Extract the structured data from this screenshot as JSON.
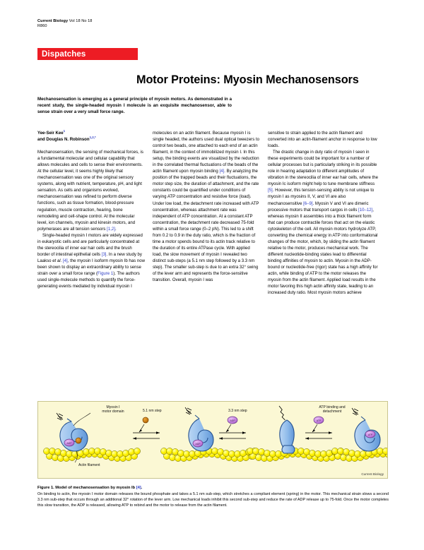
{
  "running_head": {
    "journal": "Current Biology",
    "issue": "Vol 18 No 18",
    "page_number": "R860"
  },
  "banner": {
    "label": "Dispatches",
    "color": "#ed1c24"
  },
  "article": {
    "title": "Motor Proteins: Myosin Mechanosensors",
    "standfirst": "Mechanosensation is emerging as a general principle of myosin motors. As demonstrated in a recent study, the single-headed myosin I molecule is an exquisite mechanosensor, able to sense strain over a very small force range.",
    "authors_line_1": "Yee-Seir Kee",
    "authors_sup_1": "1",
    "authors_line_2": "and Douglas N. Robinson",
    "authors_sup_2": "1,2,*"
  },
  "body": {
    "col1_p1": "Mechanosensation, the sensing of mechanical forces, is a fundamental molecular and cellular capability that allows molecules and cells to sense their environments. At the cellular level, it seems highly likely that mechanosensation was one of the original sensory systems, along with nutrient, temperature, pH, and light sensation. As cells and organisms evolved, mechanosensation was refined to perform diverse functions, such as tissue formation, blood-pressure regulation, muscle contraction, hearing, bone remodeling and cell-shape control. At the molecular level, ion channels, myosin and kinesin motors, and polymerases are all tension sensors ",
    "col1_p1_ref": "[1,2]",
    "col1_p1_end": ".",
    "col1_p2_a": "Single-headed myosin I motors are widely expressed in eukaryotic cells and are particularly concentrated at the stereocilia of inner ear hair cells and the brush border of intestinal epithelial cells ",
    "col1_p2_ref1": "[3]",
    "col1_p2_b": ". In a new study by Laakso ",
    "col1_p2_ital": "et al.",
    "col1_p2_c": " ",
    "col1_p2_ref2": "[4]",
    "col1_p2_d": ", the myosin I isoform myosin Ib has now been shown to display an extraordinary ability to sense strain over a small force range (",
    "col1_p2_figref": "Figure 1",
    "col1_p2_e": "). The authors used single-molecule methods to quantify the force-generating events mediated by individual myosin I",
    "col2_a": "molecules on an actin filament. Because myosin I is single headed, the authors used dual optical tweezers to control two beads, one attached to each end of an actin filament, in the context of immobilized myosin I. In this setup, the binding events are visualized by the reduction in the correlated thermal fluctuations of the beads of the actin filament upon myosin binding ",
    "col2_ref1": "[4]",
    "col2_b": ". By analyzing the position of the trapped beads and their fluctuations, the motor step size, the duration of attachment, and the rate constants could be quantified under conditions of varying ATP concentration and resistive force (load). Under low load, the detachment rate increased with ATP concentration, whereas attachment rate was independent of ATP concentration. At a constant ATP concentration, the detachment rate decreased 75-fold within a small force range (0–2 pN). This led to a shift from 0.2 to 0.9 in the duty ratio, which is the fraction of time a motor spends bound to its actin track relative to the duration of its entire ATPase cycle. With applied load, the slow movement of myosin I revealed two distinct sub-steps (a 5.1 nm step followed by a 3.3 nm step). The smaller sub-step is due to an extra 32° swing of the lever arm and represents the force-sensitive transition. Overall, myosin I was",
    "col3_p0": "sensitive to strain applied to the actin filament and converted into an actin-filament anchor in response to low loads.",
    "col3_p1_a": "The drastic change in duty ratio of myosin I seen in these experiments could be important for a number of cellular processes but is particularly striking in its possible role in hearing adaptation to different amplitudes of vibration in the stereocilia of inner ear hair cells, where the myosin Ic isoform might help to tune membrane stiffness ",
    "col3_ref1": "[5]",
    "col3_p1_b": ". However, this tension-sensing ability is not unique to myosin I as myosins II, V, and VI are also mechanosensitive ",
    "col3_ref2": "[6–9]",
    "col3_p1_c": ". Myosin V and VI are dimeric processive motors that transport cargos in cells ",
    "col3_ref3": "[10–12]",
    "col3_p1_d": ", whereas myosin II assembles into a thick filament form that can produce contractile forces that act on the elastic cytoskeleton of the cell. All myosin motors hydrolyze ATP, converting the chemical energy in ATP into conformational changes of the motor, which, by sliding the actin filament relative to the motor, produces mechanical work. The different nucleotide-binding states lead to differential binding affinities of myosin to actin. Myosin in the ADP-bound or nucleotide-free (rigor) state has a high affinity for actin, while binding of ATP to the motor releases the myosin from the actin filament. Applied load results in the motor favoring this high actin affinity state, leading to an increased duty ratio. Most myosin motors achieve"
  },
  "figure": {
    "labels": {
      "motor_domain": "Myosin I\nmotor domain",
      "motor_domain_line1": "Myosin I",
      "motor_domain_line2": "motor domain",
      "actin_filament": "Actin filament",
      "step_5_1": "5.1 nm step",
      "step_3_3": "3.3 nm step",
      "atp_line1": "ATP binding and",
      "atp_line2": "detachment"
    },
    "credit": "Current Biology",
    "background_color": "#fbf8d4",
    "actin_color": "#fff200",
    "myosin_color": "#8cb7e8",
    "adp_color": "#cc8ae0",
    "phosphate_color": "#c8780f"
  },
  "caption": {
    "title_text": "Figure 1. Model of mechanosensation by myosin Ib ",
    "title_ref": "[4]",
    "title_end": ".",
    "body": "On binding to actin, the myosin I motor domain releases the bound phosphate and takes a 5.1 nm sub-step, which stretches a compliant element (spring) in the motor. This mechanical strain slows a second 3.3 nm sub-step that occurs through an additional 32° rotation of the lever arm. Low mechanical loads inhibit this second sub-step and reduce the rate of ADP release up to 75-fold. Once the motor completes this slow transition, the ADP is released, allowing ATP to rebind and the motor to release from the actin filament."
  }
}
